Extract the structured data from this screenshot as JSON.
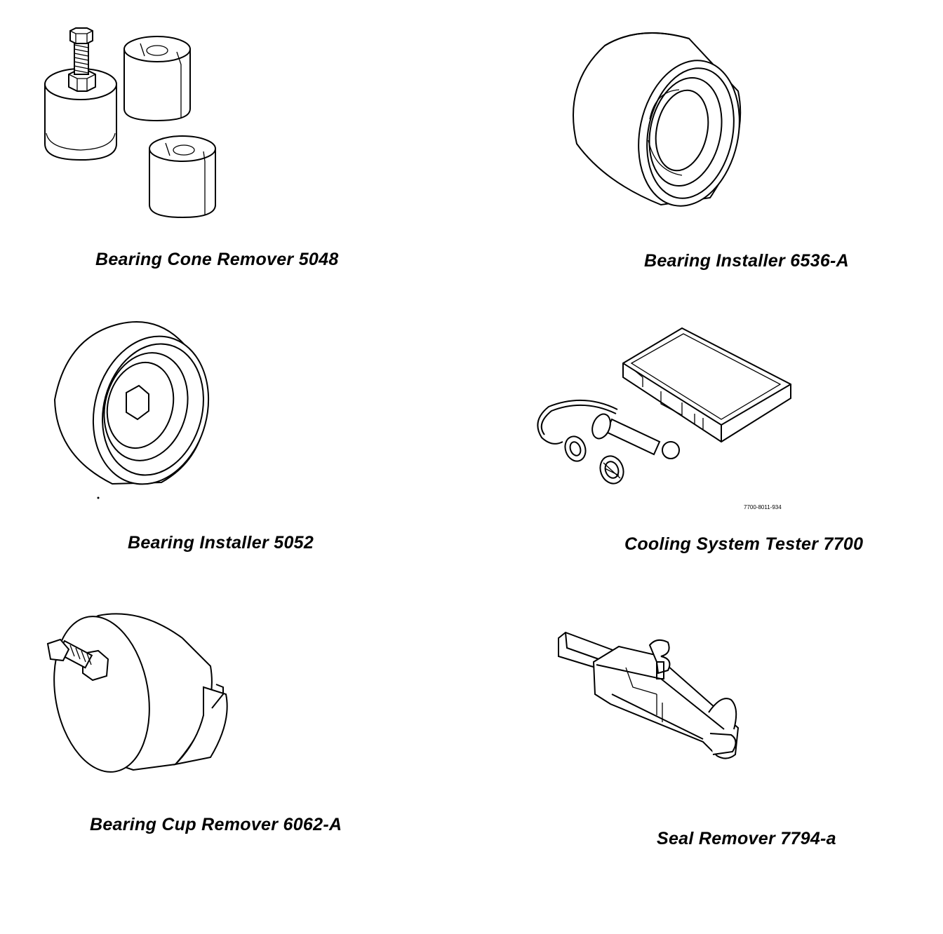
{
  "tools": [
    {
      "caption": "Bearing Cone Remover 5048"
    },
    {
      "caption": "Bearing Installer 6536-A"
    },
    {
      "caption": "Bearing Installer 5052"
    },
    {
      "caption": "Cooling System Tester 7700",
      "figure_number": "7700-8011-934"
    },
    {
      "caption": "Bearing Cup Remover 6062-A"
    },
    {
      "caption": "Seal Remover 7794-a"
    }
  ]
}
